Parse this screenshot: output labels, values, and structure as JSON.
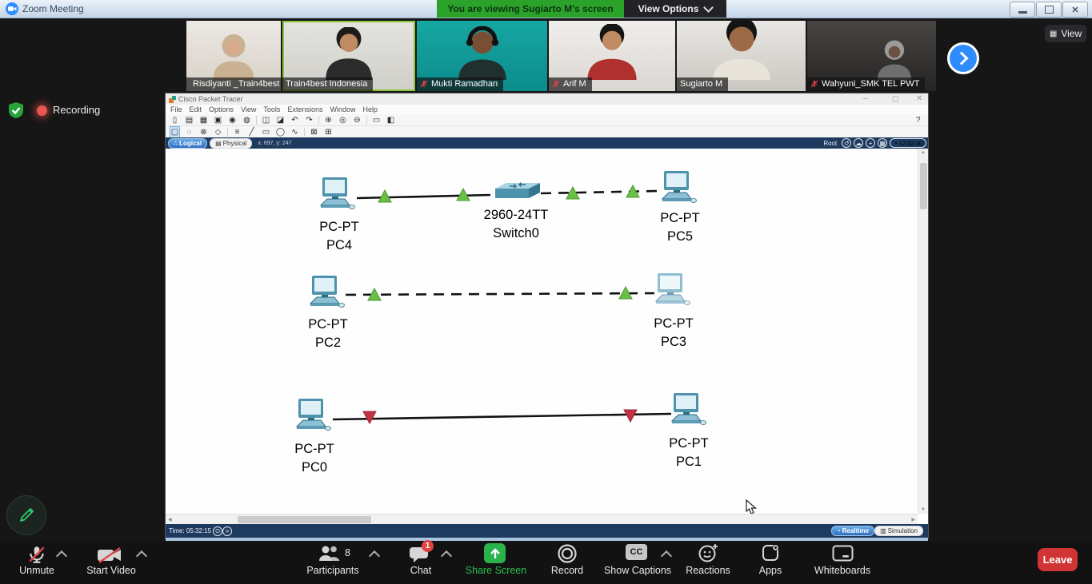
{
  "colors": {
    "banner_green": "#2ba32b",
    "share_green": "#2bb34b",
    "leave_red": "#d03434",
    "accent_blue": "#2e8cff",
    "pt_navy": "#1e3a5f",
    "link_up": "#6abf45",
    "link_down": "#c43341"
  },
  "titlebar": {
    "app_title": "Zoom Meeting",
    "banner": "You are viewing Sugiarto M's screen",
    "view_options": "View Options"
  },
  "top_right": {
    "view_label": "View"
  },
  "recording": {
    "label": "Recording"
  },
  "participants": [
    {
      "name": "Risdiyanti _Train4best",
      "muted": true,
      "active_speaker": false
    },
    {
      "name": "Train4best Indonesia",
      "muted": false,
      "active_speaker": true
    },
    {
      "name": "Mukti Ramadhan",
      "muted": true,
      "active_speaker": false
    },
    {
      "name": "Arif M",
      "muted": true,
      "active_speaker": false
    },
    {
      "name": "Sugiarto M",
      "muted": false,
      "active_speaker": false
    },
    {
      "name": "Wahyuni_SMK TEL PWT",
      "muted": true,
      "active_speaker": false
    }
  ],
  "packet_tracer": {
    "window_title": "Cisco Packet Tracer",
    "menus": [
      "File",
      "Edit",
      "Options",
      "View",
      "Tools",
      "Extensions",
      "Window",
      "Help"
    ],
    "help_mark": "?",
    "workspace_tabs": {
      "logical": "Logical",
      "physical": "Physical",
      "coordinates": "x: 697, y: 247",
      "root_label": "Root",
      "clock_time": "12:02:30"
    },
    "status_bar": {
      "time_label": "Time: 05:32:15",
      "realtime_tab": "Realtime",
      "simulation_tab": "Simulation"
    },
    "topology": {
      "nodes": [
        {
          "id": "PC4",
          "type": "pc",
          "model": "PC-PT",
          "name": "PC4"
        },
        {
          "id": "Switch0",
          "type": "switch",
          "model": "2960-24TT",
          "name": "Switch0"
        },
        {
          "id": "PC5",
          "type": "pc",
          "model": "PC-PT",
          "name": "PC5"
        },
        {
          "id": "PC2",
          "type": "pc",
          "model": "PC-PT",
          "name": "PC2"
        },
        {
          "id": "PC3",
          "type": "pc",
          "model": "PC-PT",
          "name": "PC3"
        },
        {
          "id": "PC0",
          "type": "pc",
          "model": "PC-PT",
          "name": "PC0"
        },
        {
          "id": "PC1",
          "type": "pc",
          "model": "PC-PT",
          "name": "PC1"
        }
      ],
      "links": [
        {
          "from": "PC4",
          "to": "Switch0",
          "line": "solid",
          "status": "up"
        },
        {
          "from": "Switch0",
          "to": "PC5",
          "line": "dashed",
          "status": "up"
        },
        {
          "from": "PC2",
          "to": "PC3",
          "line": "dashed",
          "status": "up"
        },
        {
          "from": "PC0",
          "to": "PC1",
          "line": "solid",
          "status": "down"
        }
      ]
    }
  },
  "toolbar": {
    "unmute": "Unmute",
    "start_video": "Start Video",
    "participants": "Participants",
    "participants_count": "8",
    "chat": "Chat",
    "chat_badge": "1",
    "share_screen": "Share Screen",
    "record": "Record",
    "show_captions": "Show Captions",
    "captions_icon": "CC",
    "reactions": "Reactions",
    "apps": "Apps",
    "whiteboards": "Whiteboards",
    "leave": "Leave"
  }
}
